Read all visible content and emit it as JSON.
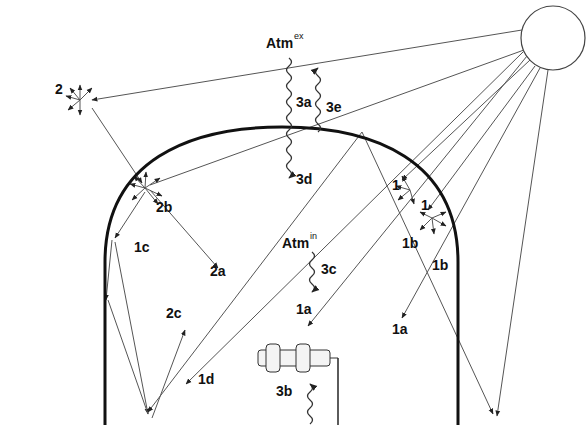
{
  "diagram": {
    "labels": [
      "Atm",
      "ex",
      "3a",
      "3e",
      "3d",
      "2",
      "2b",
      "1c",
      "2a",
      "2c",
      "1d",
      "1",
      "1",
      "1b",
      "1b",
      "Atm",
      "in",
      "3c",
      "1a",
      "1a",
      "3b"
    ]
  }
}
